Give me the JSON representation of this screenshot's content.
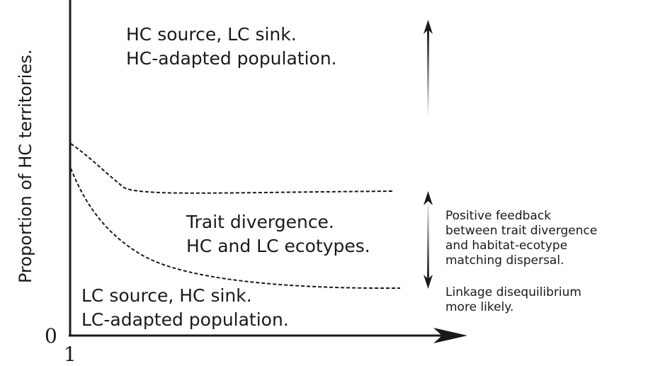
{
  "diagram": {
    "y_axis_label": "Proportion of HC territories.",
    "y_origin_label": "0",
    "x_origin_label": "1",
    "regions": {
      "top": [
        "HC source, LC sink.",
        "HC-adapted population."
      ],
      "middle": [
        "Trait divergence.",
        "HC and LC ecotypes."
      ],
      "bottom": [
        "LC source, HC sink.",
        "LC-adapted population."
      ]
    },
    "annotations": {
      "feedback": [
        "Positive feedback",
        "between trait divergence",
        "and habitat-ecotype",
        "matching dispersal."
      ],
      "linkage": [
        "Linkage disequilibrium",
        "more likely."
      ]
    },
    "colors": {
      "ink": "#1a1a1a",
      "arrow_fade": "#ffffff"
    }
  }
}
